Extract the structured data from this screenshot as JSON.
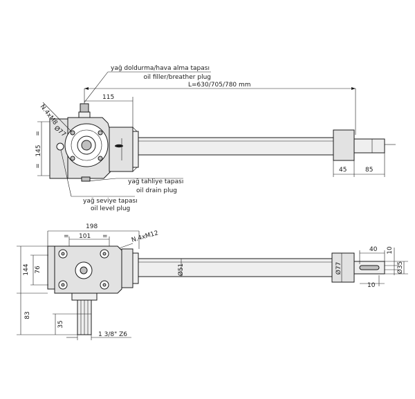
{
  "top_view": {
    "callout_filler_tr": "yağ doldurma/hava alma tapası",
    "callout_filler_en": "oil filler/breather plug",
    "callout_drain_tr": "yağ tahliye tapası",
    "callout_drain_en": "oil drain plug",
    "callout_level_tr": "yağ seviye tapası",
    "callout_level_en": "oil level plug",
    "dim_length": "L=630/705/780 mm",
    "dim_115": "115",
    "dim_thread": "N.4xM8",
    "dim_bolt_circle": "Ø77",
    "dim_height": "145",
    "dim_45": "45",
    "dim_85": "85"
  },
  "bottom_view": {
    "dim_198": "198",
    "dim_101": "101",
    "dim_thread": "N.4xM12",
    "dim_144": "144",
    "dim_76": "76",
    "dim_83": "83",
    "dim_35": "35",
    "dim_spline": "1 3/8\" Z6",
    "dim_tube": "Ø51",
    "dim_collar": "Ø77",
    "dim_40": "40",
    "dim_10_top": "10",
    "dim_10_bottom": "10",
    "dim_shaft": "Ø35"
  }
}
